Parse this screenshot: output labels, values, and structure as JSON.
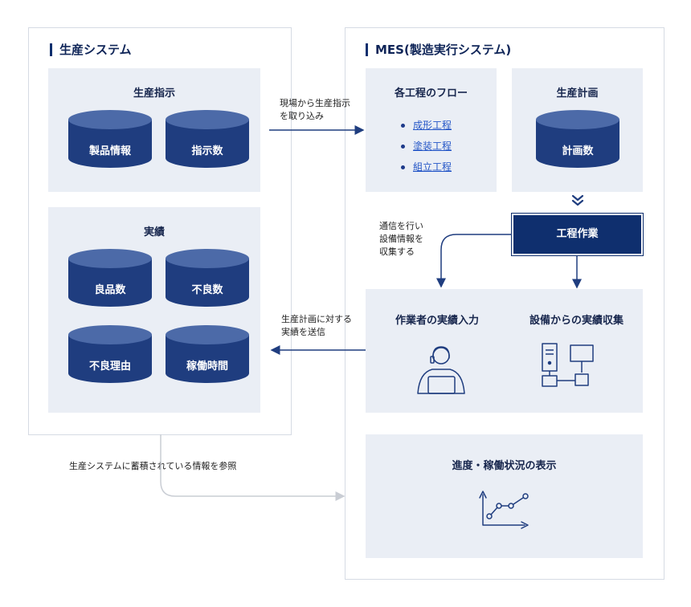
{
  "production_system": {
    "title": "生産システム",
    "instruction": {
      "title": "生産指示",
      "items": [
        "製品情報",
        "指示数"
      ]
    },
    "results": {
      "title": "実績",
      "items": [
        "良品数",
        "不良数",
        "不良理由",
        "稼働時間"
      ]
    }
  },
  "mes": {
    "title": "MES(製造実行システム)",
    "process_flow": {
      "title": "各工程のフロー",
      "items": [
        "成形工程",
        "塗装工程",
        "組立工程"
      ]
    },
    "plan": {
      "title": "生産計画",
      "item": "計画数"
    },
    "process_work": "工程作業",
    "worker_input": "作業者の実績入力",
    "equipment_collect": "設備からの実績収集",
    "progress": "進度・稼働状況の表示"
  },
  "notes": {
    "import_line1": "現場から生産指示",
    "import_line2": "を取り込み",
    "comm_line1": "通信を行い",
    "comm_line2": "設備情報を",
    "comm_line3": "収集する",
    "send_line1": "生産計画に対する",
    "send_line2": "実績を送信",
    "reference": "生産システムに蓄積されている情報を参照"
  }
}
